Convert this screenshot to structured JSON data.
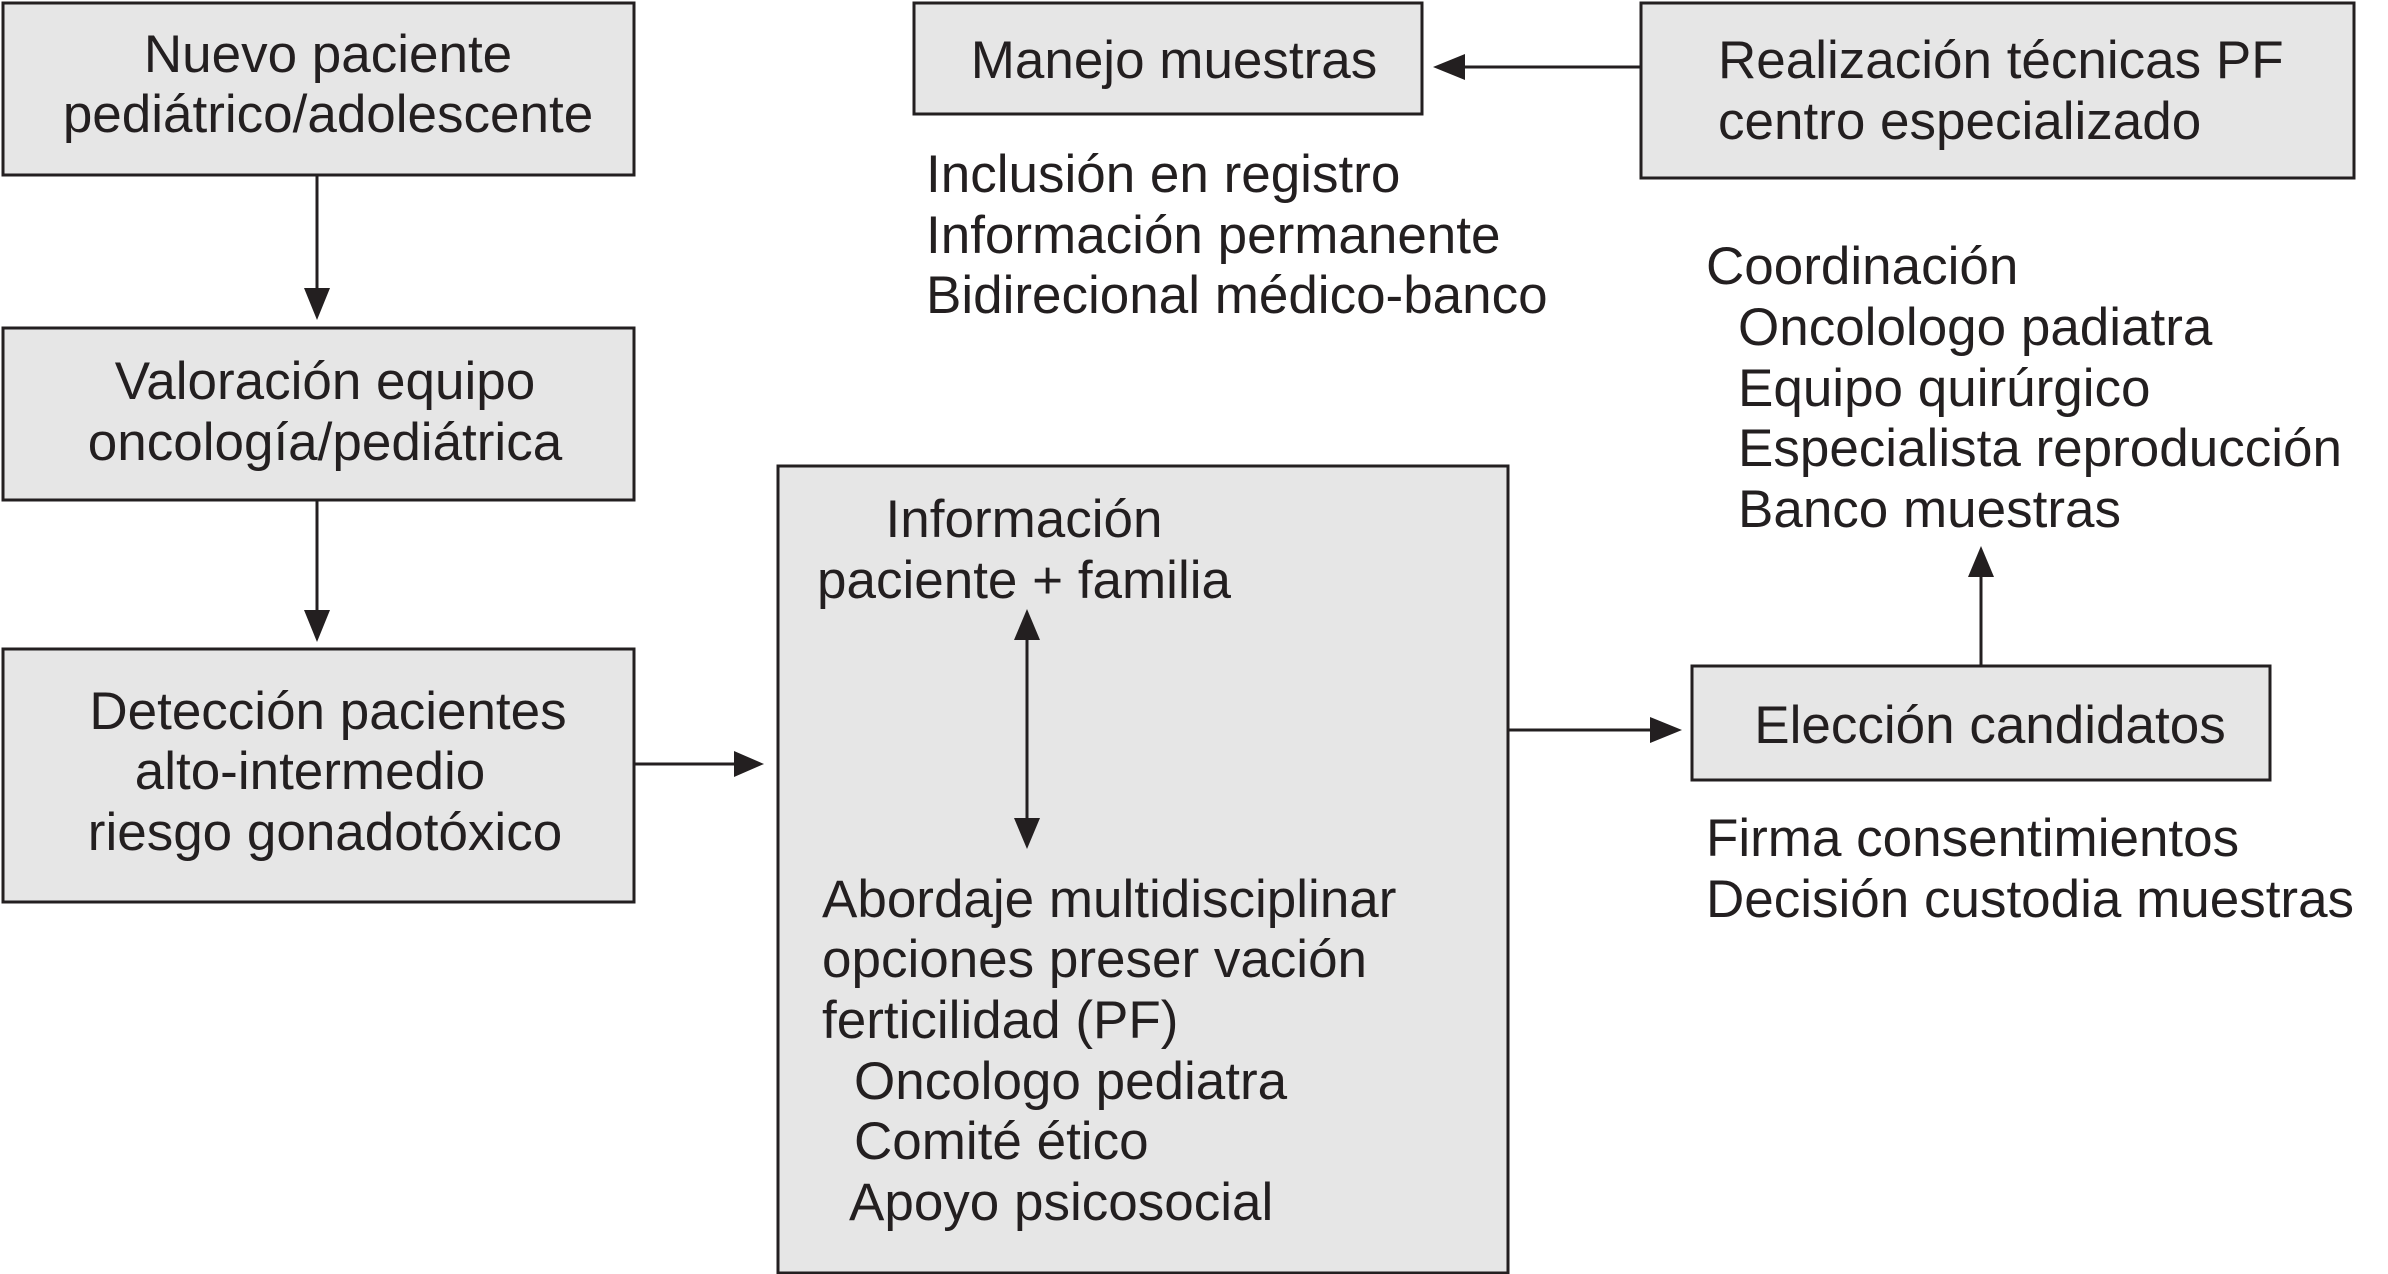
{
  "boxes": {
    "nuevo": [
      "Nuevo paciente",
      "pediátrico/adolescente"
    ],
    "valoracion": [
      "Valoración equipo",
      "oncología/pediátrica"
    ],
    "deteccion": [
      "Detección pacientes",
      "alto-intermedio",
      "riesgo gonadotóxico"
    ],
    "central": {
      "info": [
        "Información",
        "paciente + familia"
      ],
      "abordaje": [
        "Abordaje multidisciplinar",
        "opciones preser vación",
        "ferticilidad (PF)"
      ],
      "members": [
        "Oncologo pediatra",
        "Comité ético",
        "Apoyo psicosocial"
      ]
    },
    "manejo": [
      "Manejo muestras"
    ],
    "realizacion": [
      "Realización técnicas PF",
      "centro especializado"
    ],
    "eleccion": [
      "Elección candidatos"
    ]
  },
  "notes": {
    "registro": [
      "Inclusión en registro",
      "Información permanente",
      "Bidirecional médico-banco"
    ],
    "coordinacion_title": "Coordinación",
    "coordinacion_items": [
      "Oncolologo padiatra",
      "Equipo quirúrgico",
      "Especialista reproducción",
      "Banco muestras"
    ],
    "firma": [
      "Firma consentimientos",
      "Decisión custodia muestras"
    ]
  }
}
